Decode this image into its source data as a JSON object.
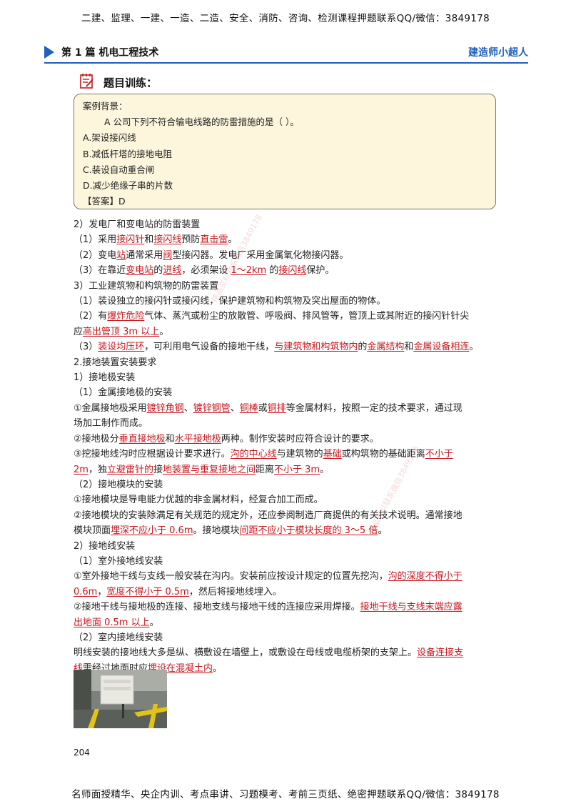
{
  "header": {
    "banner": "二建、监理、一建、一造、二造、安全、消防、咨询、检测课程押题联系QQ/微信：3849178",
    "chapter": "第 1 篇  机电工程技术",
    "brand": "建造师小超人"
  },
  "training": {
    "label": "题目训练："
  },
  "case": {
    "title": "案例背景：",
    "question": "A 公司下列不符合输电线路的防雷措施的是（        ）。",
    "options": [
      "A.架设接闪线",
      "B.减低杆塔的接地电阻",
      "C.装设自动重合闸",
      "D.减少绝缘子串的片数"
    ],
    "answer": "【答案】D"
  },
  "content": {
    "l1": "2）发电厂和变电站的防雷装置",
    "l2": [
      "（1）采用",
      "接闪针",
      "和",
      "接闪线",
      "预防",
      "直击雷",
      "。"
    ],
    "l3": [
      "（2）变电",
      "站",
      "通常采用",
      "阀",
      "型接闪器。发电厂采用金属氧化物接闪器。"
    ],
    "l4": [
      "（3）在靠近",
      "变电站",
      "的",
      "进线",
      "，必须架设 ",
      "1～2km",
      " 的",
      "接闪线",
      "保护。"
    ],
    "l5": "3）工业建筑物和构筑物的防雷装置",
    "l6": "（1）装设独立的接闪针或接闪线，保护建筑物和构筑物及突出屋面的物体。",
    "l7": [
      "（2）有",
      "爆炸危险",
      "气体、蒸汽或粉尘的放散管、呼吸阀、排风管等，管顶上或其附近的接闪针针尖"
    ],
    "l8": [
      "应",
      "高出管顶 3m 以上",
      "。"
    ],
    "l9": [
      "（3）",
      "装设均压环",
      "，可利用电气设备的接地干线，",
      "与建筑物和构筑物内",
      "的",
      "金属结构",
      "和",
      "金属设备相连",
      "。"
    ],
    "l10": "2.接地装置安装要求",
    "l11": "1）接地极安装",
    "l12": "（1）金属接地极的安装",
    "l13": [
      "①金属接地极采用",
      "镀锌角钢",
      "、",
      "镀锌钢管",
      "、",
      "铜棒",
      "或",
      "铜排",
      "等金属材料，按照一定的技术要求，通过现"
    ],
    "l14": "场加工制作而成。",
    "l15": [
      "②接地极分",
      "垂直接地极",
      "和",
      "水平接地极",
      "两种。制作安装时应符合设计的要求。"
    ],
    "l16": [
      "③挖接地线沟时应根据设计要求进行。",
      "沟的中心线",
      "与建筑物的",
      "基础",
      "或构筑物的基础距离",
      "不小于"
    ],
    "l17": [
      "2m",
      "，独",
      "立避雷针的",
      "接",
      "地装置与重复接地之间",
      "距离",
      "不小于 3m",
      "。"
    ],
    "l18": "（2）接地模块的安装",
    "l19": "①接地模块是导电能力优越的非金属材料，经复合加工而成。",
    "l20": "②接地模块的安装除满足有关规范的规定外，还应参阅制造厂商提供的有关技术说明。通常接地",
    "l21": [
      "模块顶面",
      "埋深不应小于 0.6m",
      "。接地模块",
      "间距不应小于模块长度的 3～5 倍",
      "。"
    ],
    "l22": "2）接地线安装",
    "l23": "（1）室外接地线安装",
    "l24": [
      "①室外接地干线与支线一般安装在沟内。安装前应按设计规定的位置先挖沟，",
      "沟的深度不得小于"
    ],
    "l25": [
      "0.6m",
      "，",
      "宽度不得小于 0.5m",
      "，然后将接地线埋入。"
    ],
    "l26": [
      "②接地干线与接地极的连接、接地支线与接地干线的连接应采用焊接。",
      "接地干线与支线末端应露"
    ],
    "l27": [
      "出地面 0.5m 以上",
      "。"
    ],
    "l28": "（2）室内接地线安装",
    "l29": [
      "明线安装的接地线大多是纵、横敷设在墙壁上，或敷设在母线或电缆桥架的支架上。",
      "设备连接支"
    ],
    "l30": [
      "线",
      "需经过地面时应",
      "埋设在混凝土内",
      "。"
    ]
  },
  "footer": {
    "page_number": "204",
    "banner": "名师面授精华、央企内训、考点串讲、习题模考、考前三页纸、绝密押题联系QQ/微信：3849178"
  },
  "colors": {
    "accent": "#1f5fbf",
    "emphasis": "#c8161e",
    "case_bg": "#fdf6dc"
  }
}
